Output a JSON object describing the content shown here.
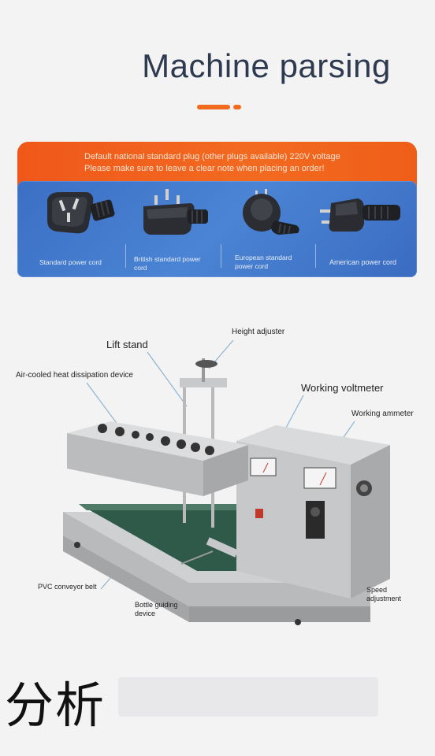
{
  "header": {
    "title": "Machine parsing"
  },
  "plug_banner": {
    "line1": "Default national standard plug (other plugs available) 220V voltage",
    "line2": "Please make sure to leave a clear note when placing an order!",
    "plugs": [
      {
        "label": "Standard power cord",
        "icon": "chinese-plug-icon"
      },
      {
        "label": "British standard power cord",
        "icon": "british-plug-icon"
      },
      {
        "label": "European standard power cord",
        "icon": "european-plug-icon"
      },
      {
        "label": "American power cord",
        "icon": "american-plug-icon"
      }
    ]
  },
  "diagram": {
    "labels": {
      "lift_stand": "Lift stand",
      "height_adjuster": "Height adjuster",
      "air_cooled": "Air-cooled heat dissipation device",
      "working_voltmeter": "Working voltmeter",
      "working_ammeter": "Working ammeter",
      "pvc_belt": "PVC conveyor belt",
      "bottle_guiding_1": "Bottle guiding",
      "bottle_guiding_2": "device",
      "speed_1": "Speed",
      "speed_2": "adjustment"
    }
  },
  "footer": {
    "heading": "分析"
  },
  "colors": {
    "orange": "#f06a1f",
    "blue": "#4479cd",
    "title": "#2e3a4f"
  }
}
